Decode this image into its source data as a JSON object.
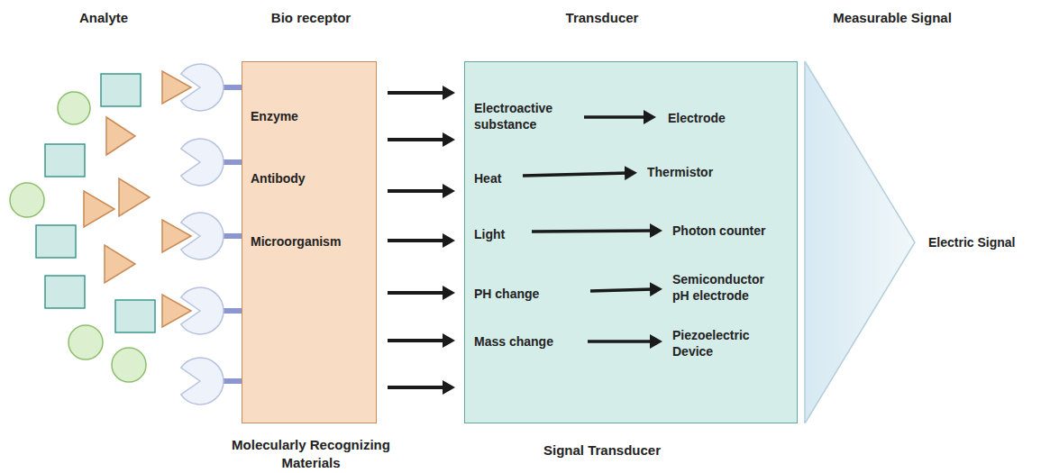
{
  "diagram": {
    "nodes": [
      {
        "text": [
          "Enzyme",
          "Antibody",
          "Microorganism"
        ]
      },
      {
        "text": [
          "Electroactive substance",
          "Electrode",
          "Heat",
          "Thermistor",
          "Light",
          "Photon counter",
          "PH change",
          "Semiconductor pH electrode",
          "Mass change",
          "Piezoelectric Device"
        ]
      },
      {
        "text": [
          "Electric Signal"
        ]
      }
    ],
    "edges": [
      {
        "from": 0,
        "to": 1,
        "arrow": "to"
      },
      {
        "from": 0,
        "to": 1,
        "arrow": "to"
      },
      {
        "from": 0,
        "to": 1,
        "arrow": "to"
      },
      {
        "from": 0,
        "to": 1,
        "arrow": "to"
      },
      {
        "from": 0,
        "to": 1,
        "arrow": "to"
      },
      {
        "from": 0,
        "to": 1,
        "arrow": "to"
      },
      {
        "from": 0,
        "to": 1,
        "arrow": "to"
      }
    ],
    "labels": [
      "Analyte",
      "Bio receptor",
      "Transducer",
      "Measurable Signal",
      "Molecularly Recognizing Materials",
      "Signal Transducer"
    ]
  }
}
